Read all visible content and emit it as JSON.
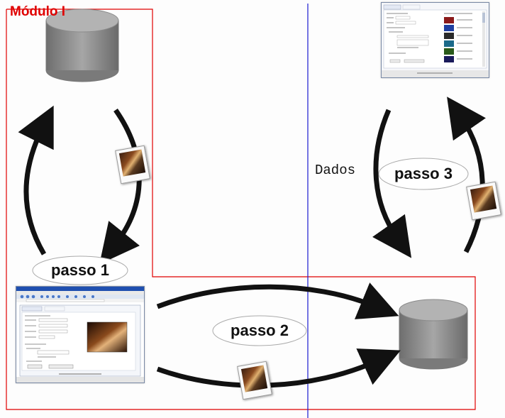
{
  "module": {
    "title": "Módulo I"
  },
  "steps": [
    {
      "label": "passo 1"
    },
    {
      "label": "passo 2"
    },
    {
      "label": "passo 3"
    }
  ],
  "data_label": "Dados",
  "colors": {
    "module_border": "#e00000",
    "divider": "#1a1ad0",
    "arrow": "#111111",
    "cylinder": "#8c8c8c"
  },
  "icons": [
    "database-icon",
    "photo-icon",
    "app-screenshot"
  ]
}
